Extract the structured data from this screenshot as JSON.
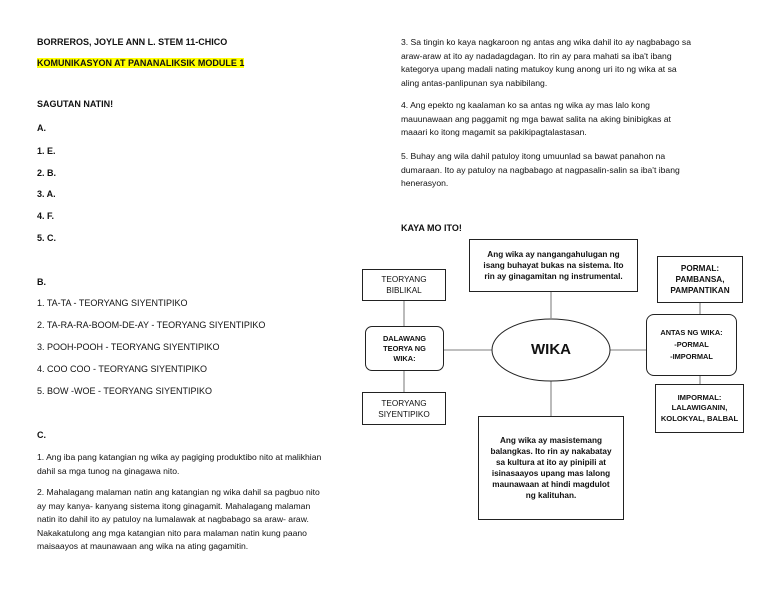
{
  "header": {
    "name_line": "BORREROS, JOYLE ANN L.  STEM 11-CHICO",
    "module_title": "KOMUNIKASYON AT PANANALIKSIK MODULE 1"
  },
  "left": {
    "section_title": "SAGUTAN NATIN!",
    "a_label": "A.",
    "a_items": [
      "1. E.",
      "2. B.",
      "3. A.",
      "4. F.",
      "5. C."
    ],
    "b_label": "B.",
    "b_items": [
      "1. TA-TA - TEORYANG SIYENTIPIKO",
      "2. TA-RA-RA-BOOM-DE-AY - TEORYANG SIYENTIPIKO",
      "3. POOH-POOH - TEORYANG SIYENTIPIKO",
      "4. COO COO - TEORYANG SIYENTIPIKO",
      "5. BOW -WOE - TEORYANG SIYENTIPIKO"
    ],
    "c_label": "C.",
    "c1_lines": [
      "1. Ang iba pang katangian ng wika ay pagiging produktibo nito at malikhian",
      "dahil sa mga tunog na ginagawa nito."
    ],
    "c2_lines": [
      "2. Mahalagang malaman natin ang katangian ng wika dahil sa pagbuo nito",
      "ay may kanya- kanyang sistema itong ginagamit. Mahalagang malaman",
      "natin ito dahil ito ay patuloy na lumalawak at nagbabago sa araw- araw.",
      "Nakakatulong ang mga katangian nito para malaman natin kung paano",
      "maisaayos at maunawaan ang wika na ating gagamitin."
    ]
  },
  "right": {
    "p3_lines": [
      "3. Sa tingin ko kaya nagkaroon ng antas ang wika dahil ito ay nagbabago sa",
      "araw-araw at ito ay nadadagdagan. Ito rin ay para mahati sa iba't ibang",
      "kategorya upang madali nating matukoy kung anong uri ito ng wika at sa",
      "aling antas-panlipunan sya nabibilang."
    ],
    "p4_lines": [
      "4. Ang epekto ng kaalaman ko sa antas ng wika ay mas lalo kong",
      "mauunawaan ang paggamit ng mga bawat salita na aking binibigkas at",
      "maaari ko itong magamit sa pakikipagtalastasan."
    ],
    "p5_lines": [
      "5. Buhay ang wila dahil patuloy itong umuunlad sa bawat panahon na",
      "dumaraan. Ito ay patuloy na nagbabago at nagpasalin-salin sa iba't ibang",
      "henerasyon."
    ],
    "kaya_title": "KAYA MO ITO!"
  },
  "diagram": {
    "center": "WIKA",
    "top_box": [
      "Ang wika ay nangangahulugan ng",
      "isang buhayat bukas na sistema. Ito",
      "rin ay ginagamitan ng instrumental."
    ],
    "teoryang_biblikal": [
      "TEORYANG",
      "BIBLIKAL"
    ],
    "dalawang_teorya": [
      "DALAWANG",
      "TEORYA NG",
      "WIKA:"
    ],
    "teoryang_siyentipiko": [
      "TEORYANG",
      "SIYENTIPIKO"
    ],
    "bottom_box": [
      "Ang wika ay masistemang",
      "balangkas. Ito rin ay nakabatay",
      "sa kultura at ito ay pinipili at",
      "isinasaayos upang mas lalong",
      "maunawaan at hindi magdulot",
      "ng kalituhan."
    ],
    "pormal_box": [
      "PORMAL:",
      "PAMBANSA,",
      "PAMPANTIKAN"
    ],
    "antas_box": [
      "ANTAS NG WIKA:",
      "-PORMAL",
      "-IMPORMAL"
    ],
    "impormal_box": [
      "IMPORMAL:",
      "LALAWIGANIN,",
      "KOLOKYAL, BALBAL"
    ]
  }
}
